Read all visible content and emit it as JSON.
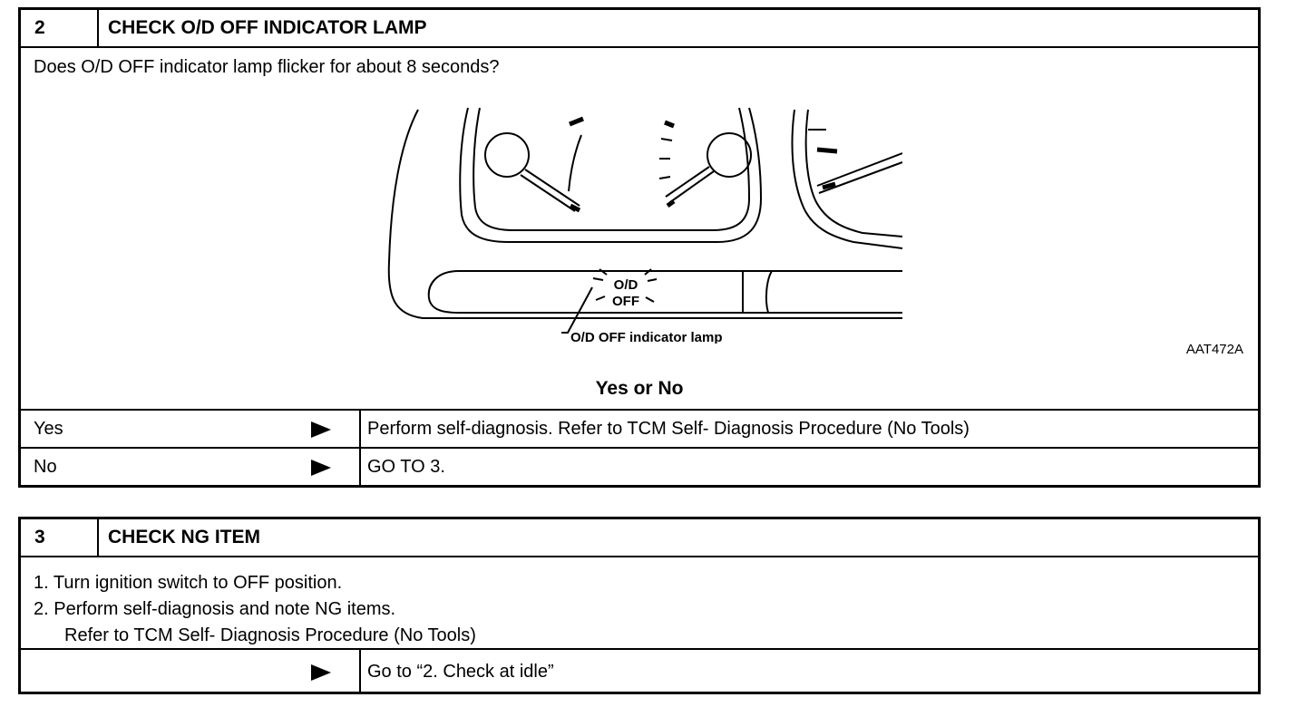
{
  "step2": {
    "number": "2",
    "title": "CHECK O/D OFF INDICATOR LAMP",
    "question": "Does O/D OFF indicator lamp flicker for about 8 seconds?",
    "figure": {
      "lamp_line1": "O/D",
      "lamp_line2": "OFF",
      "callout": "O/D OFF indicator lamp",
      "code": "AAT472A"
    },
    "prompt": "Yes or No",
    "rows": [
      {
        "label": "Yes",
        "result": "Perform self-diagnosis. Refer to TCM Self- Diagnosis Procedure (No Tools)"
      },
      {
        "label": "No",
        "result": "GO TO 3."
      }
    ]
  },
  "step3": {
    "number": "3",
    "title": "CHECK NG ITEM",
    "instructions": [
      "1.  Turn ignition switch to OFF position.",
      "2.  Perform self-diagnosis and note NG items."
    ],
    "instruction_note": "Refer to TCM Self- Diagnosis Procedure (No Tools)",
    "result": "Go to “2. Check at idle”"
  },
  "icons": [
    "arrow-right-icon"
  ]
}
